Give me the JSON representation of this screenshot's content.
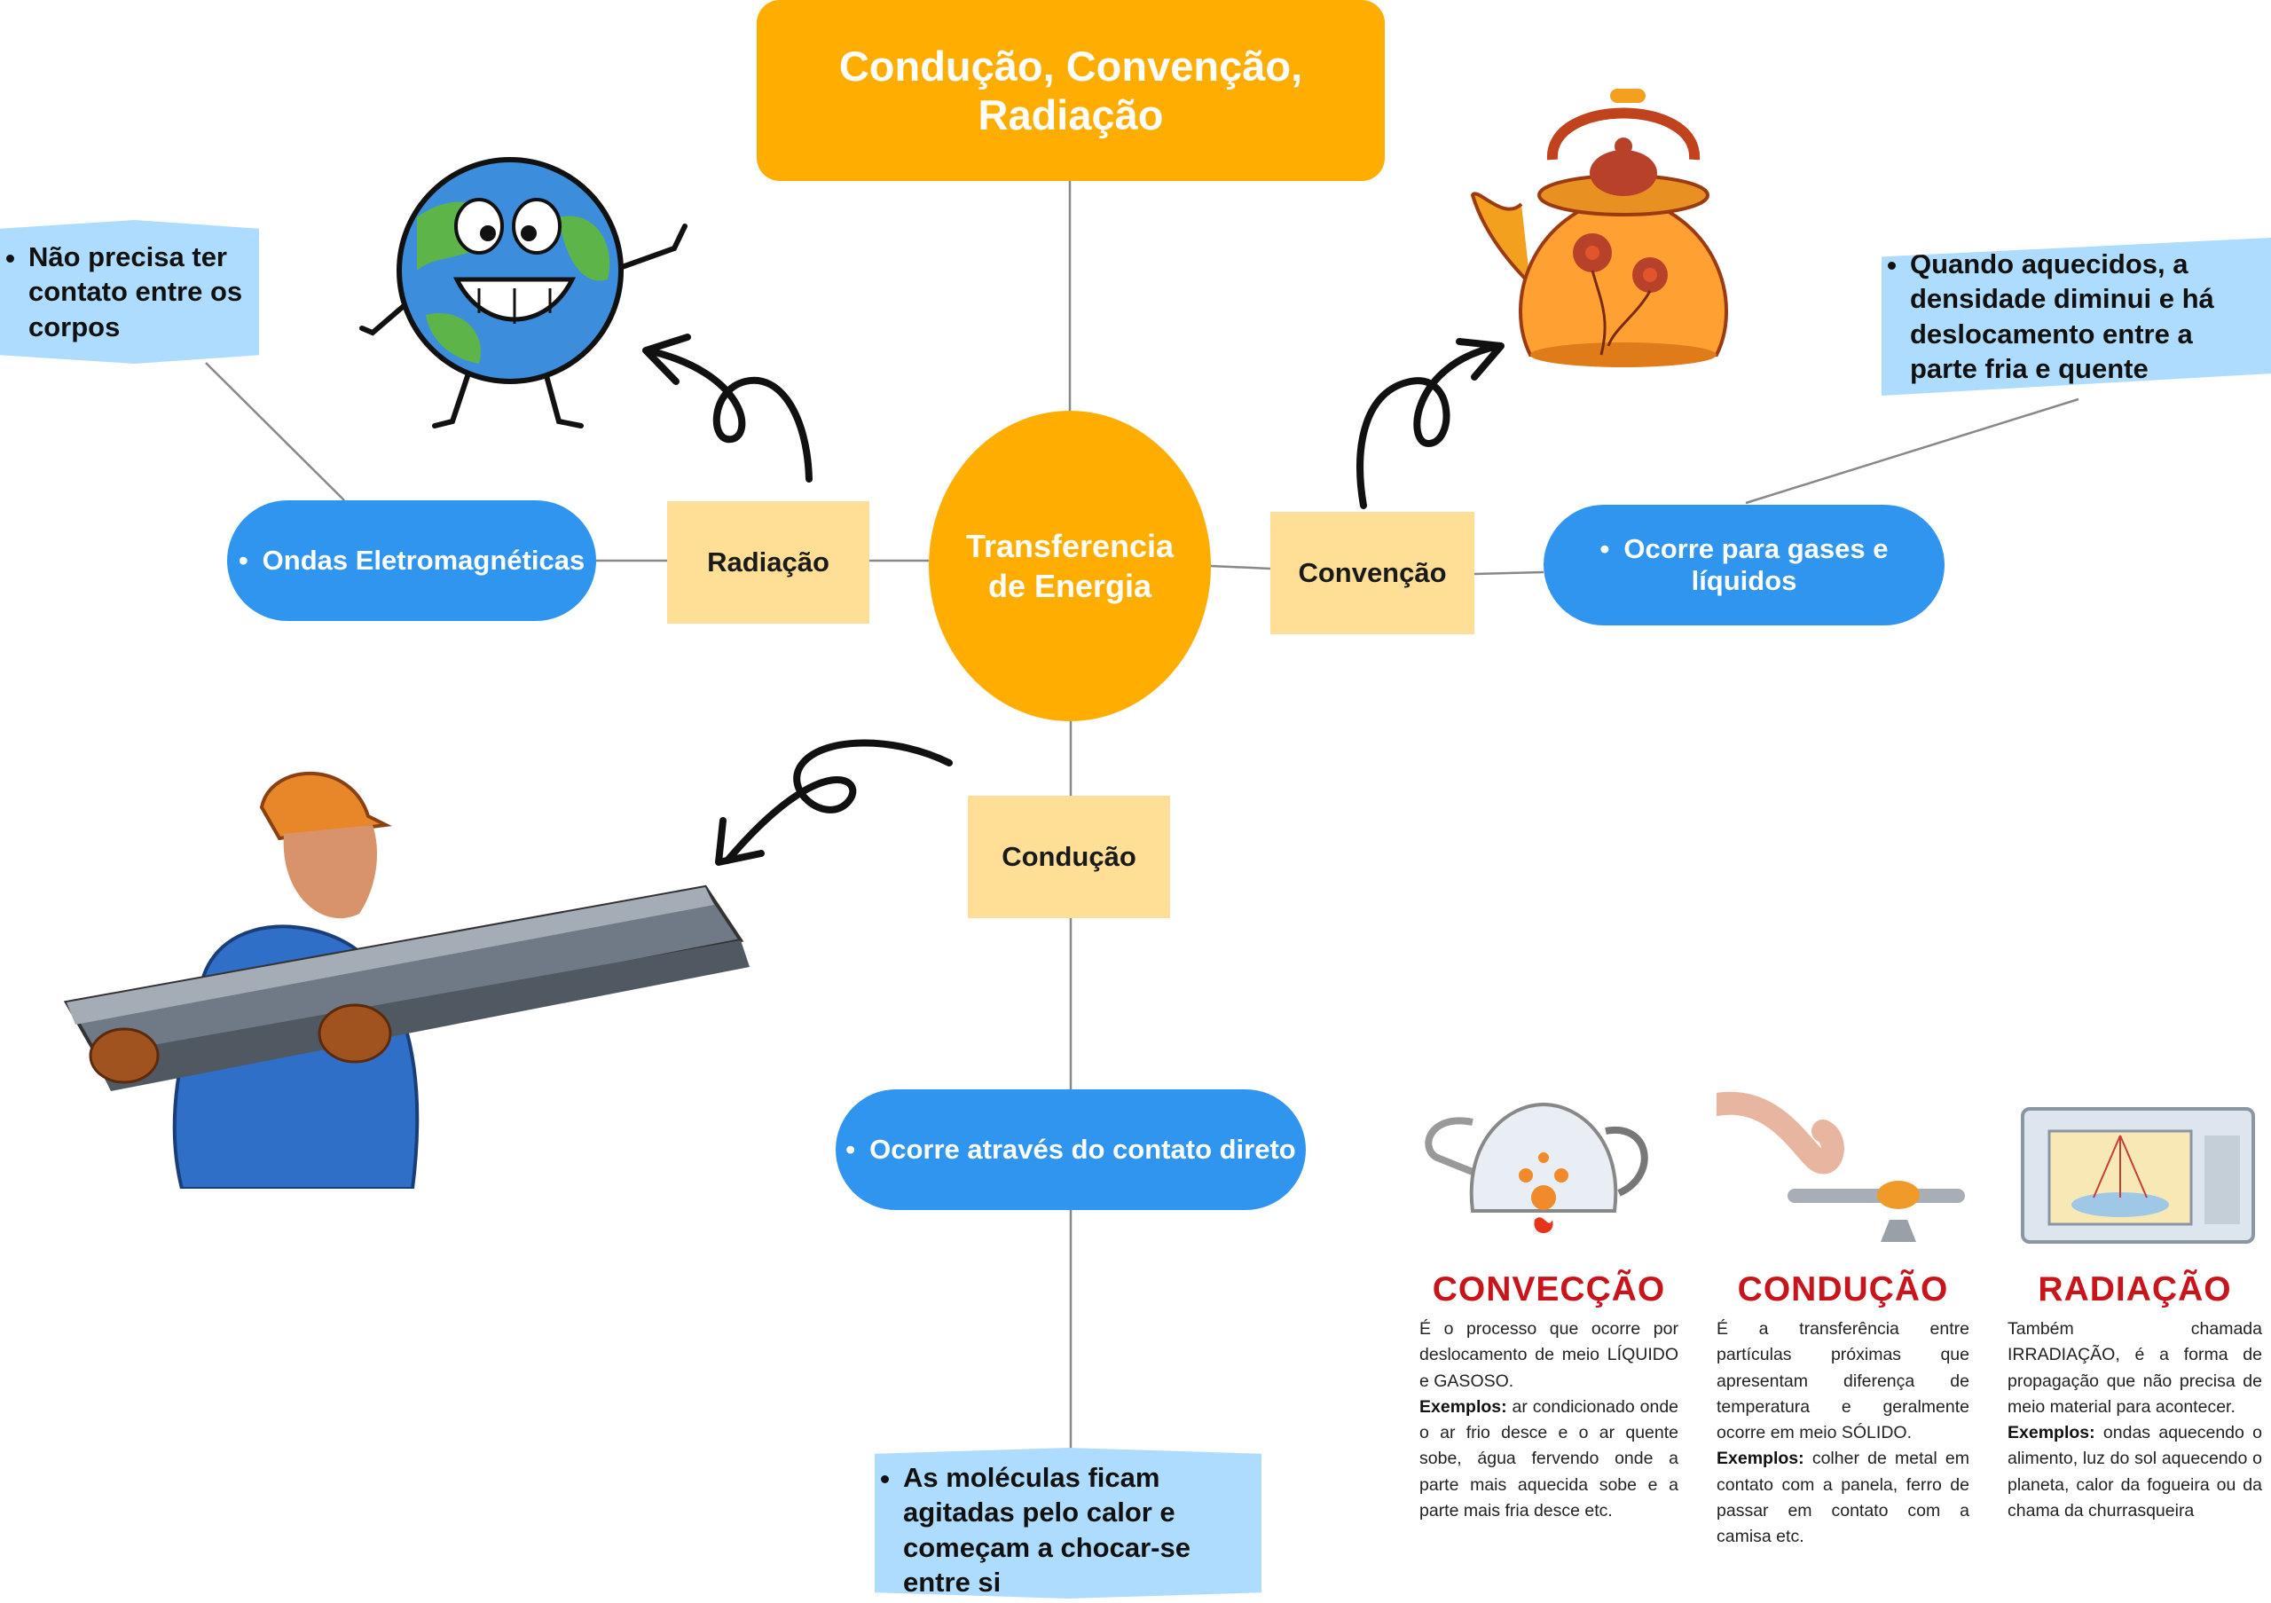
{
  "title": "Condução, Convenção, Radiação",
  "center": "Transferencia de Energia",
  "categories": {
    "radiation": "Radiação",
    "convection": "Convenção",
    "conduction": "Condução"
  },
  "pills": {
    "radiation": "Ondas Eletromagnéticas",
    "convection": "Ocorre para gases e líquidos",
    "conduction": "Ocorre através do contato direto"
  },
  "notes": {
    "radiation": "Não precisa ter contato entre os corpos",
    "convection": "Quando aquecidos, a densidade diminui e há deslocamento entre a parte fria e quente",
    "conduction": "As moléculas ficam agitadas pelo calor e começam a chocar-se entre si"
  },
  "info": {
    "convection": {
      "heading": "CONVECÇÃO",
      "text": "É o processo que ocorre por deslocamento de meio LÍQUIDO e GASOSO.",
      "examples_label": "Exemplos:",
      "examples": "ar condicionado onde o ar frio desce e o ar quente sobe, água fervendo onde a parte mais aquecida sobe e a parte mais fria desce etc."
    },
    "conduction": {
      "heading": "CONDUÇÃO",
      "text": "É a transferência entre partículas próximas que apresentam diferença de temperatura e geralmente ocorre em meio SÓLIDO.",
      "examples_label": "Exemplos:",
      "examples": "colher de metal em contato com a panela, ferro de passar em contato com a camisa etc."
    },
    "radiation": {
      "heading": "RADIAÇÃO",
      "text": "Também chamada IRRADIAÇÃO, é a forma de propagação que não precisa de meio material para acontecer.",
      "examples_label": "Exemplos:",
      "examples": "ondas aquecendo o alimento, luz do sol aquecendo o planeta, calor da fogueira ou da chama da churrasqueira"
    }
  },
  "colors": {
    "orange": "#FFAD00",
    "category_fill": "#FFDF95",
    "pill_blue": "#2F95EE",
    "note_blue": "#AEDCFF",
    "heading_red": "#C8151B"
  }
}
